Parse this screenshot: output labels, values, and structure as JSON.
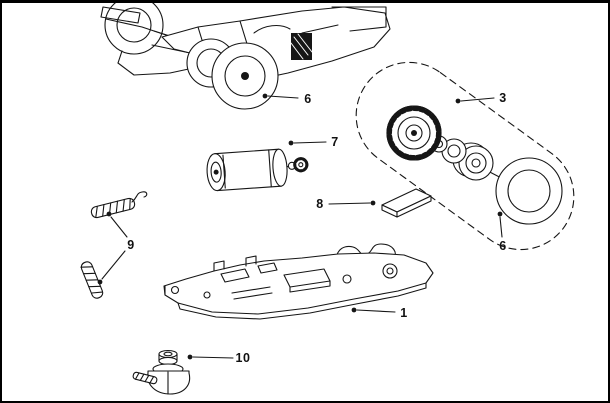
{
  "callouts": {
    "car_rear_tire": {
      "label": "6"
    },
    "axle_assembly": {
      "label": "3"
    },
    "motor": {
      "label": "7"
    },
    "pickup_pad": {
      "label": "8"
    },
    "axle_tire": {
      "label": "6"
    },
    "braids": {
      "label": "9"
    },
    "chassis": {
      "label": "1"
    },
    "guide": {
      "label": "10"
    }
  }
}
